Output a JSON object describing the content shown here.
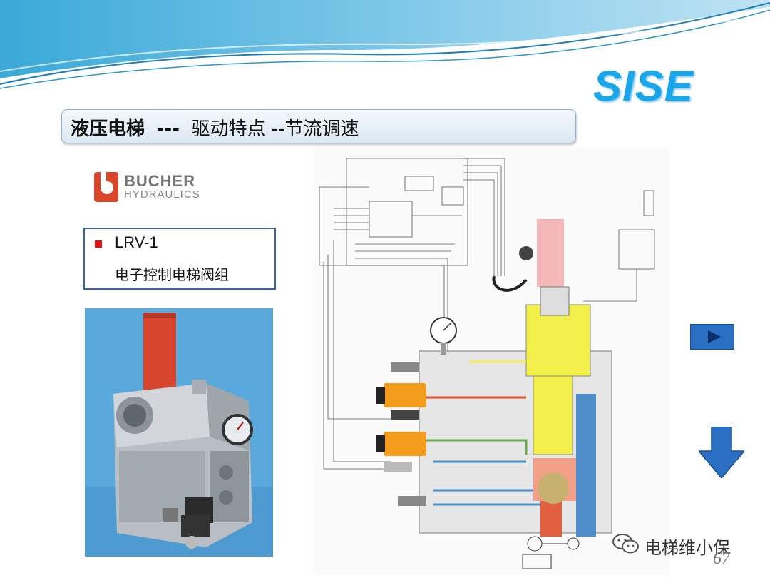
{
  "brand": "SISE",
  "title": {
    "main": "液压电梯",
    "separator": "---",
    "sub": "驱动特点 --节流调速"
  },
  "bucher": {
    "name": "BUCHER",
    "sub": "HYDRAULICS"
  },
  "info": {
    "model": "LRV-1",
    "description": "电子控制电梯阀组"
  },
  "watermark": "电梯维小保",
  "page_number": "67",
  "colors": {
    "brand": "#1aa6ea",
    "title_bar": "#dce8f4",
    "box_border": "#3b64a8",
    "bullet": "#e01010",
    "nav": "#2b6fc3"
  },
  "icons": {
    "next": "play-triangle-icon",
    "down": "down-arrow-icon",
    "watermark": "wechat-icon"
  }
}
